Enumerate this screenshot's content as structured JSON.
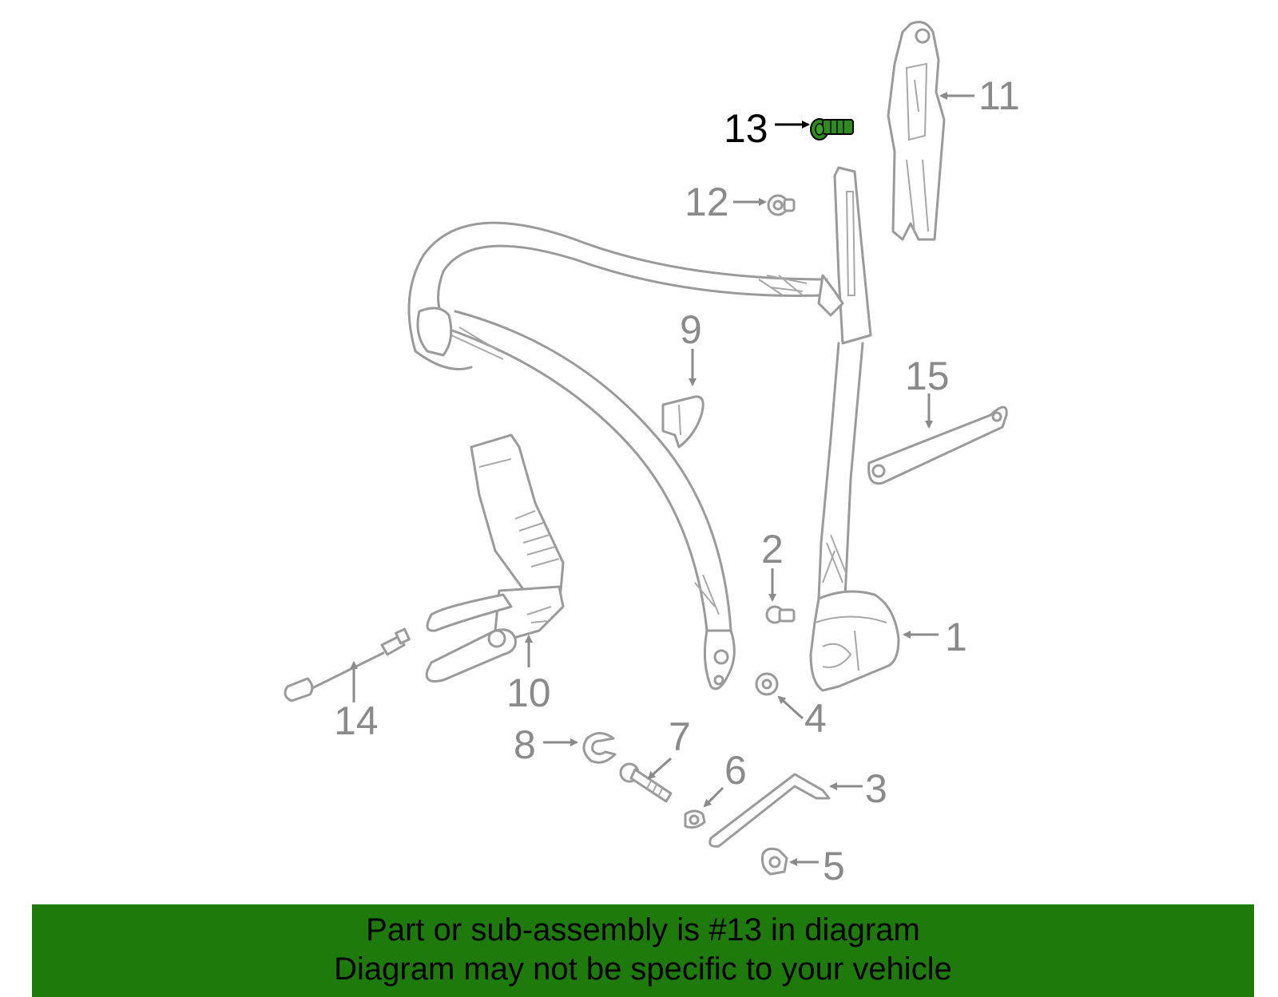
{
  "colors": {
    "line_art": "#9a9a9a",
    "highlight_part": "#2e8b1f",
    "banner_background": "#1f7a0c",
    "banner_text": "#000000"
  },
  "callouts": {
    "c1": "1",
    "c2": "2",
    "c3": "3",
    "c4": "4",
    "c5": "5",
    "c6": "6",
    "c7": "7",
    "c8": "8",
    "c9": "9",
    "c10": "10",
    "c11": "11",
    "c12": "12",
    "c13": "13",
    "c14": "14",
    "c15": "15"
  },
  "highlighted_callout": "13",
  "banner": {
    "line1": "Part or sub-assembly is #13 in diagram",
    "line2": "Diagram may not be specific to your vehicle"
  }
}
